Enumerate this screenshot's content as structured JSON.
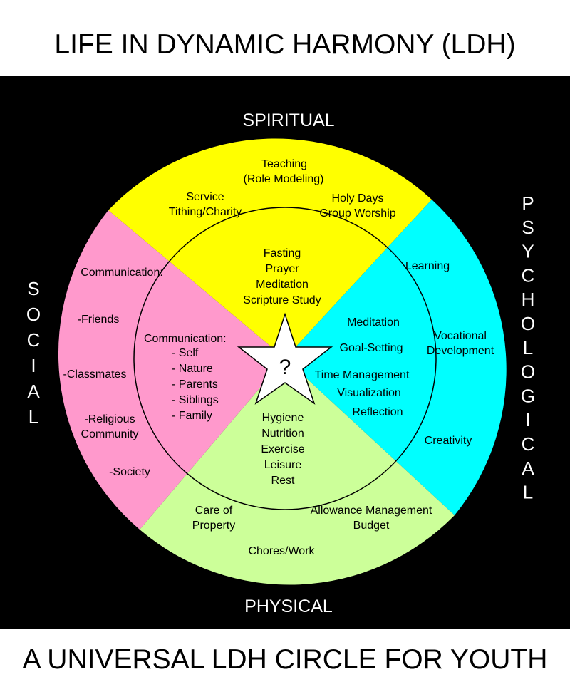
{
  "title": "LIFE IN DYNAMIC HARMONY (LDH)",
  "subtitle": "A UNIVERSAL LDH CIRCLE FOR YOUTH",
  "colors": {
    "spiritual": "#ffff00",
    "psychological": "#00ffff",
    "physical": "#ccff99",
    "social": "#ff99cc",
    "background": "#000000"
  },
  "labels": {
    "spiritual": "SPIRITUAL",
    "physical": "PHYSICAL",
    "social": "SOCIAL",
    "psychological": "PSYCHOLOGICAL"
  },
  "center_symbol": "?",
  "outer": {
    "spiritual": [
      "Teaching",
      "(Role Modeling)",
      "Service",
      "Tithing/Charity",
      "Holy Days",
      "Group Worship"
    ],
    "psychological": [
      "Learning",
      "Vocational",
      "Development",
      "Creativity"
    ],
    "physical": [
      "Care of",
      "Property",
      "Allowance Management",
      "Budget",
      "Chores/Work"
    ],
    "social": [
      "Communication:",
      "-Friends",
      "-Classmates",
      "-Religious",
      "Community",
      "-Society"
    ]
  },
  "inner": {
    "spiritual": [
      "Fasting",
      "Prayer",
      "Meditation",
      "Scripture Study"
    ],
    "psychological": [
      "Meditation",
      "Goal-Setting",
      "Time Management",
      "Visualization",
      "Reflection"
    ],
    "physical": [
      "Hygiene",
      "Nutrition",
      "Exercise",
      "Leisure",
      "Rest"
    ],
    "social_heading": "Communication:",
    "social": [
      "- Self",
      "- Nature",
      "- Parents",
      "- Siblings",
      "- Family"
    ]
  }
}
